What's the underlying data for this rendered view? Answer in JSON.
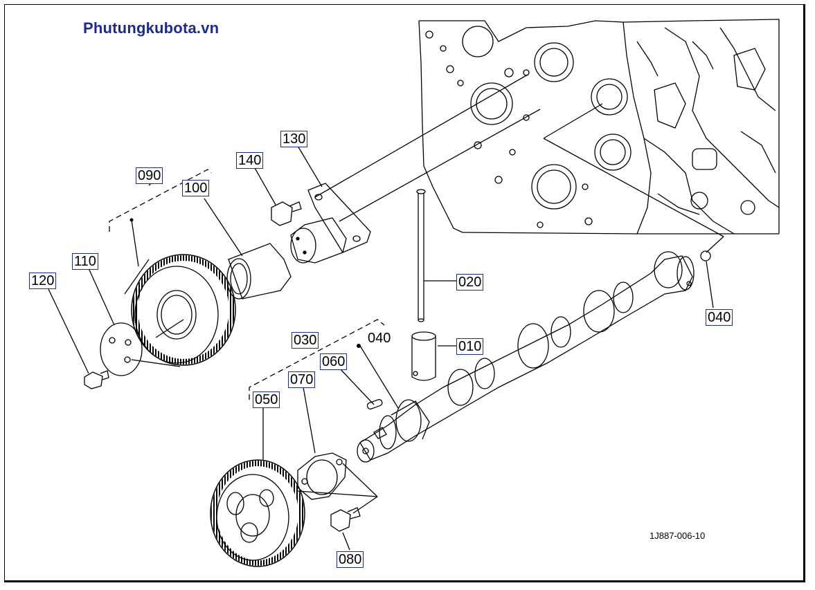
{
  "watermark": "Phutungkubota.vn",
  "drawing_id": "1J887-006-10",
  "callouts": {
    "c090": "090",
    "c100": "100",
    "c110": "110",
    "c120": "120",
    "c130": "130",
    "c140": "140",
    "c020": "020",
    "c040_right": "040",
    "c040_left": "040",
    "c030": "030",
    "c060": "060",
    "c070": "070",
    "c050": "050",
    "c010": "010",
    "c080": "080"
  },
  "colors": {
    "label_box": "#1e2a8c",
    "line": "#000000",
    "watermark": "#1e2a8c"
  }
}
